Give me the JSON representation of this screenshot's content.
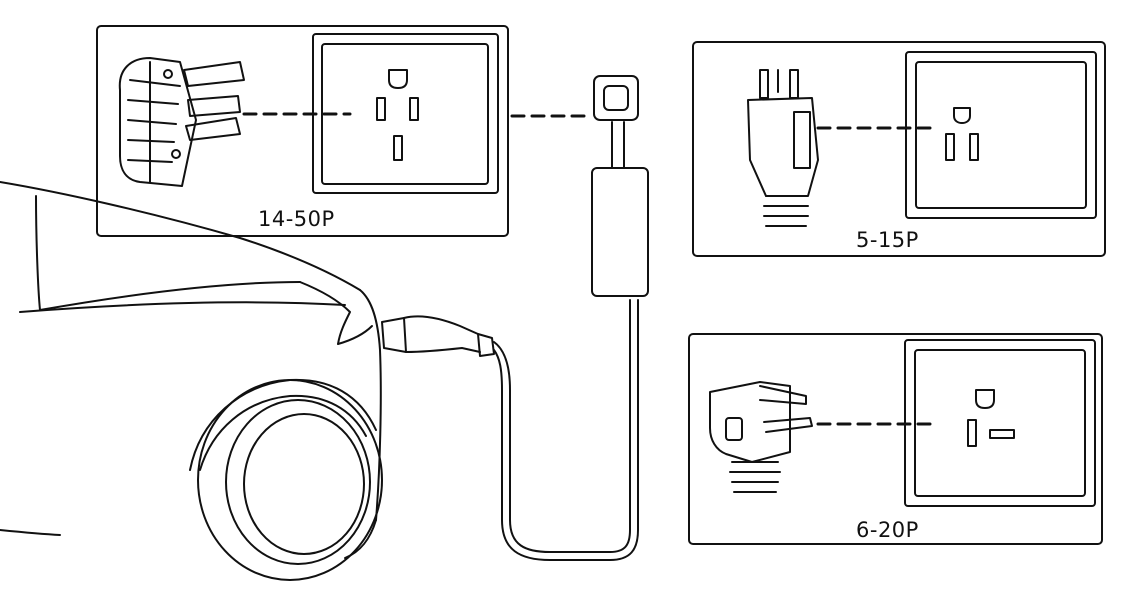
{
  "panels": {
    "nema_14_50": {
      "label": "14-50P"
    },
    "nema_5_15": {
      "label": "5-15P"
    },
    "nema_6_20": {
      "label": "6-20P"
    }
  }
}
